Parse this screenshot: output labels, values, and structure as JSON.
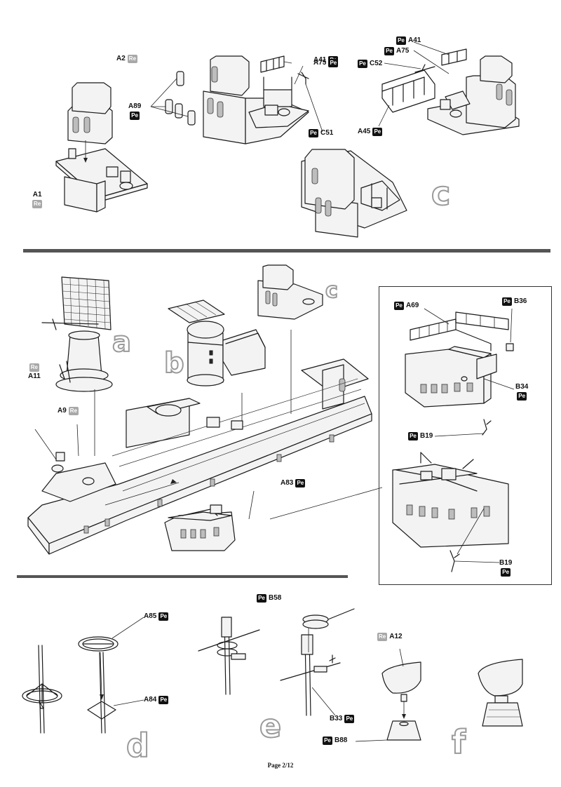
{
  "page": {
    "footer": "Page 2/12"
  },
  "badges": {
    "pe": "Pe",
    "re": "Re"
  },
  "steps": {
    "c": "c",
    "a": "a",
    "b": "b",
    "d": "d",
    "e": "e",
    "f": "f"
  },
  "parts": {
    "a2": "A2",
    "a1": "A1",
    "a89": "A89",
    "a41": "A41",
    "a75": "A75",
    "c51": "C51",
    "c52": "C52",
    "a45": "A45",
    "a11": "A11",
    "a9": "A9",
    "a83": "A83",
    "a69": "A69",
    "b36": "B36",
    "b34": "B34",
    "b19": "B19",
    "a85": "A85",
    "a84": "A84",
    "b58": "B58",
    "b33": "B33",
    "a12": "A12",
    "b88": "B88"
  },
  "colors": {
    "pe_badge": "#111111",
    "re_badge": "#a8a8a8",
    "step_letter": "#9a9a9a",
    "separator": "#555555"
  }
}
